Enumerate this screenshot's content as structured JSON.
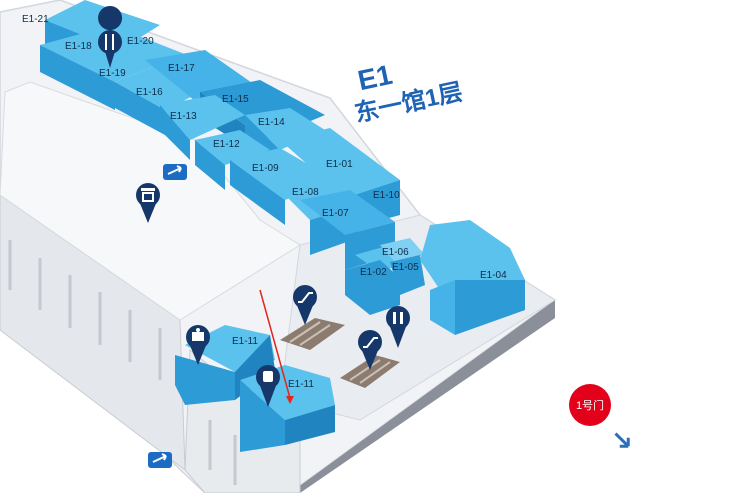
{
  "title": {
    "code": "E1",
    "subtitle": "东一馆1层"
  },
  "booths": [
    {
      "id": "E1-21"
    },
    {
      "id": "E1-20"
    },
    {
      "id": "E1-18"
    },
    {
      "id": "E1-19"
    },
    {
      "id": "E1-17"
    },
    {
      "id": "E1-16"
    },
    {
      "id": "E1-15"
    },
    {
      "id": "E1-13"
    },
    {
      "id": "E1-14"
    },
    {
      "id": "E1-12"
    },
    {
      "id": "E1-09"
    },
    {
      "id": "E1-08"
    },
    {
      "id": "E1-01"
    },
    {
      "id": "E1-07"
    },
    {
      "id": "E1-10"
    },
    {
      "id": "E1-06"
    },
    {
      "id": "E1-05"
    },
    {
      "id": "E1-02"
    },
    {
      "id": "E1-04"
    },
    {
      "id": "E1-11"
    },
    {
      "id": "E1-11"
    }
  ],
  "gate": {
    "label": "1号门",
    "color": "#e3001b"
  },
  "colors": {
    "booth_top": "#5bc2ee",
    "booth_side": "#2d9bd6",
    "pin": "#16376a",
    "floor": "#eef0f3",
    "wall": "#d8dce2"
  },
  "icons": [
    "restaurant-icon",
    "rest-area-icon",
    "escalator-icon",
    "restroom-icon",
    "service-desk-icon",
    "info-icon",
    "entrance-arrow-icon",
    "exit-arrow-icon"
  ]
}
